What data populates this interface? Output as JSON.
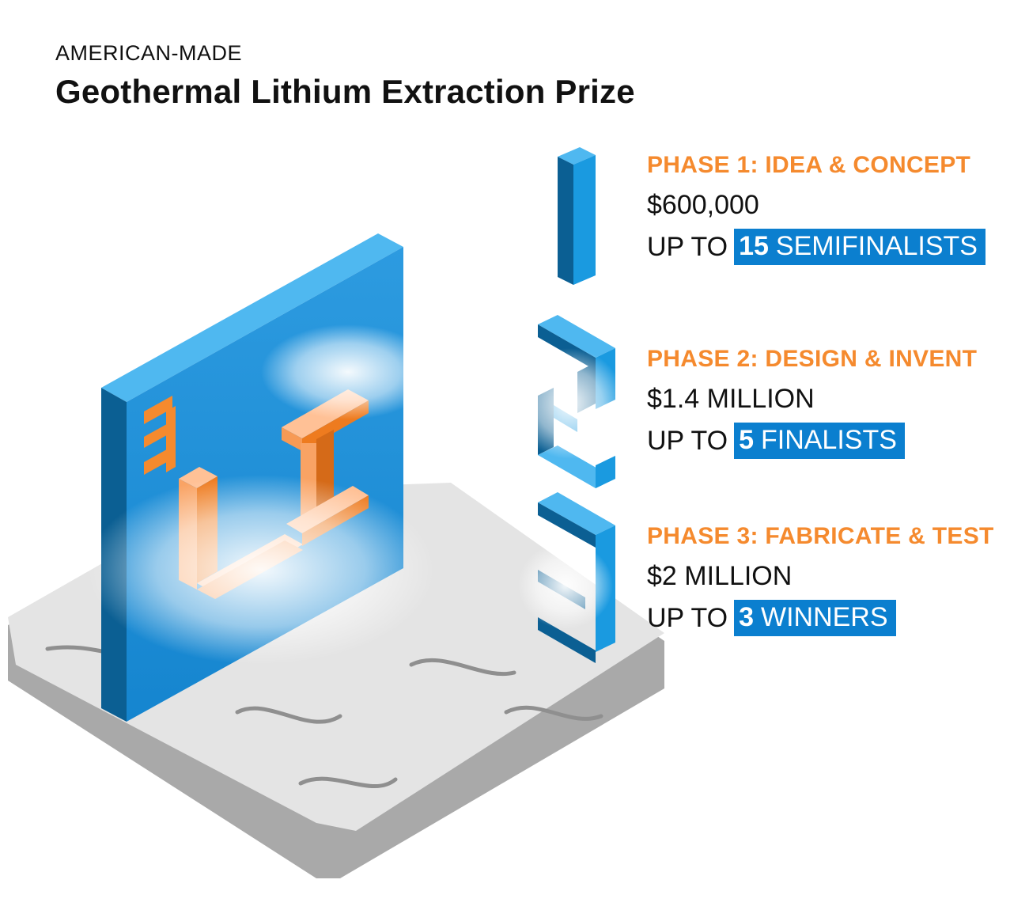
{
  "header": {
    "eyebrow": "AMERICAN-MADE",
    "title": "Geothermal Lithium Extraction Prize"
  },
  "phases": [
    {
      "title": "PHASE 1: IDEA & CONCEPT",
      "amount": "$600,000",
      "count_prefix": "UP TO",
      "count_number": "15",
      "count_label": "SEMIFINALISTS"
    },
    {
      "title": "PHASE 2: DESIGN & INVENT",
      "amount": "$1.4 MILLION",
      "count_prefix": "UP TO",
      "count_number": "5",
      "count_label": "FINALISTS"
    },
    {
      "title": "PHASE 3: FABRICATE & TEST",
      "amount": "$2 MILLION",
      "count_prefix": "UP TO",
      "count_number": "3",
      "count_label": "WINNERS"
    }
  ],
  "colors": {
    "accent_orange": "#f58a2e",
    "badge_blue": "#0b7fcf",
    "block_blue": "#1a9ae0",
    "block_blue_dark": "#0b5f93",
    "rock_gray": "#d9d9d9"
  },
  "icons": [
    "phase-one-block-icon",
    "phase-two-block-icon",
    "phase-three-block-icon",
    "lithium-element-tile-icon"
  ]
}
